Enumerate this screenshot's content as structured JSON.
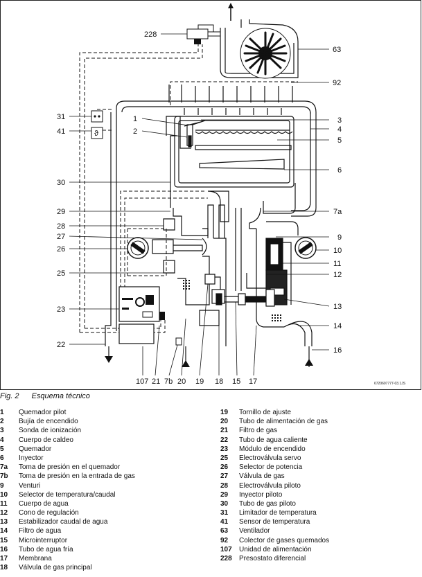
{
  "figure": {
    "number": "Fig. 2",
    "title": "Esquema técnico",
    "code": "6720607777-03.1JS"
  },
  "callouts": {
    "c228": "228",
    "c63": "63",
    "c92": "92",
    "c31": "31",
    "c41": "41",
    "c1": "1",
    "c2": "2",
    "c3": "3",
    "c4": "4",
    "c5": "5",
    "c6": "6",
    "c30": "30",
    "c29": "29",
    "c7a": "7a",
    "c28": "28",
    "c27": "27",
    "c9": "9",
    "c26": "26",
    "c10": "10",
    "c11": "11",
    "c25": "25",
    "c12": "12",
    "c23": "23",
    "c13": "13",
    "c14": "14",
    "c22": "22",
    "c16": "16",
    "b107": "107",
    "b21": "21",
    "b7b": "7b",
    "b20": "20",
    "b19": "19",
    "b18": "18",
    "b15": "15",
    "b17": "17"
  },
  "legend_left": [
    {
      "num": "1",
      "label": "Quemador pilot"
    },
    {
      "num": "2",
      "label": "Bujía de encendido"
    },
    {
      "num": "3",
      "label": "Sonda de ionización"
    },
    {
      "num": "4",
      "label": "Cuerpo de caldeo"
    },
    {
      "num": "5",
      "label": "Quemador"
    },
    {
      "num": "6",
      "label": "Inyector"
    },
    {
      "num": "7a",
      "label": "Toma de presión en el quemador"
    },
    {
      "num": "7b",
      "label": "Toma de presión en la entrada de gas"
    },
    {
      "num": "9",
      "label": "Venturi"
    },
    {
      "num": "10",
      "label": "Selector de temperatura/caudal"
    },
    {
      "num": "11",
      "label": "Cuerpo de agua"
    },
    {
      "num": "12",
      "label": "Cono de regulación"
    },
    {
      "num": "13",
      "label": "Estabilizador caudal de agua"
    },
    {
      "num": "14",
      "label": "Filtro de agua"
    },
    {
      "num": "15",
      "label": "Microinterruptor"
    },
    {
      "num": "16",
      "label": "Tubo de agua fría"
    },
    {
      "num": "17",
      "label": "Membrana"
    },
    {
      "num": "18",
      "label": "Válvula de gas principal"
    }
  ],
  "legend_right": [
    {
      "num": "19",
      "label": "Tornillo de ajuste"
    },
    {
      "num": "20",
      "label": "Tubo de alimentación de gas"
    },
    {
      "num": "21",
      "label": "Filtro de gas"
    },
    {
      "num": "22",
      "label": "Tubo de agua caliente"
    },
    {
      "num": "23",
      "label": "Módulo de encendido"
    },
    {
      "num": "25",
      "label": "Electroválvula servo"
    },
    {
      "num": "26",
      "label": "Selector de potencia"
    },
    {
      "num": "27",
      "label": "Válvula de gas"
    },
    {
      "num": "28",
      "label": "Electroválvula piloto"
    },
    {
      "num": "29",
      "label": "Inyector piloto"
    },
    {
      "num": "30",
      "label": "Tubo de gas piloto"
    },
    {
      "num": "31",
      "label": "Limitador de temperatura"
    },
    {
      "num": "41",
      "label": "Sensor de temperatura"
    },
    {
      "num": "63",
      "label": "Ventilador"
    },
    {
      "num": "92",
      "label": "Colector de gases quemados"
    },
    {
      "num": "107",
      "label": "Unidad de alimentación"
    },
    {
      "num": "228",
      "label": "Presostato diferencial"
    }
  ]
}
